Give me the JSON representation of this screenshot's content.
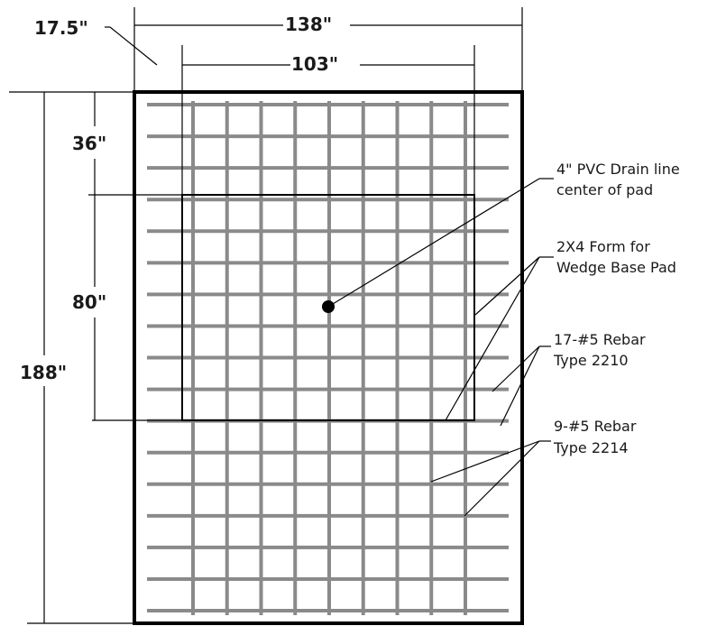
{
  "dimensions": {
    "offset": "17.5\"",
    "overall_width": "138\"",
    "inner_width": "103\"",
    "top_gap": "36\"",
    "form_height": "80\"",
    "overall_height": "188\""
  },
  "callouts": {
    "drain_line_1": "4\" PVC Drain line",
    "drain_line_2": "center of pad",
    "form_1": "2X4 Form for",
    "form_2": "Wedge Base Pad",
    "rebar_2210_1": "17-#5 Rebar",
    "rebar_2210_2": "Type 2210",
    "rebar_2214_1": "9-#5 Rebar",
    "rebar_2214_2": "Type 2214"
  },
  "rebar": {
    "horizontal_bar_count": 17,
    "vertical_bar_count": 9
  },
  "colors": {
    "rebar": "#8a8a8a",
    "outline": "#000000",
    "background": "#ffffff"
  }
}
